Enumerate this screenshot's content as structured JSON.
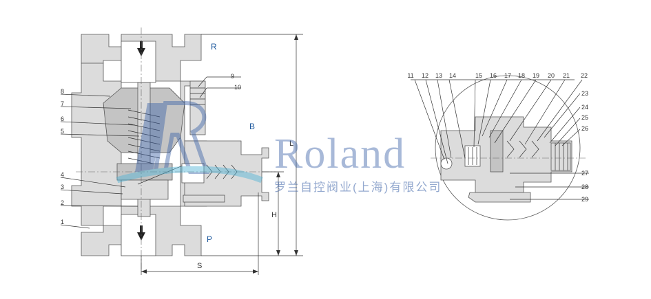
{
  "ports": {
    "top": "R",
    "bypass": "B",
    "bottom": "P"
  },
  "dimensions": {
    "length": "L",
    "height": "H",
    "span": "S"
  },
  "left_part_numbers": [
    "9",
    "10",
    "8",
    "7",
    "6",
    "5",
    "4",
    "3",
    "2",
    "1"
  ],
  "right_part_numbers": [
    "11",
    "12",
    "13",
    "14",
    "15",
    "16",
    "17",
    "18",
    "19",
    "20",
    "21",
    "22",
    "23",
    "24",
    "25",
    "26",
    "27",
    "28",
    "29"
  ],
  "watermark": {
    "brand": "Roland",
    "company": "罗兰自控阀业(上海)有限公司"
  },
  "colors": {
    "line": "#333333",
    "body_fill": "#dcdcdc",
    "port_label": "#1f5a9e",
    "watermark": "#3d63a8"
  }
}
